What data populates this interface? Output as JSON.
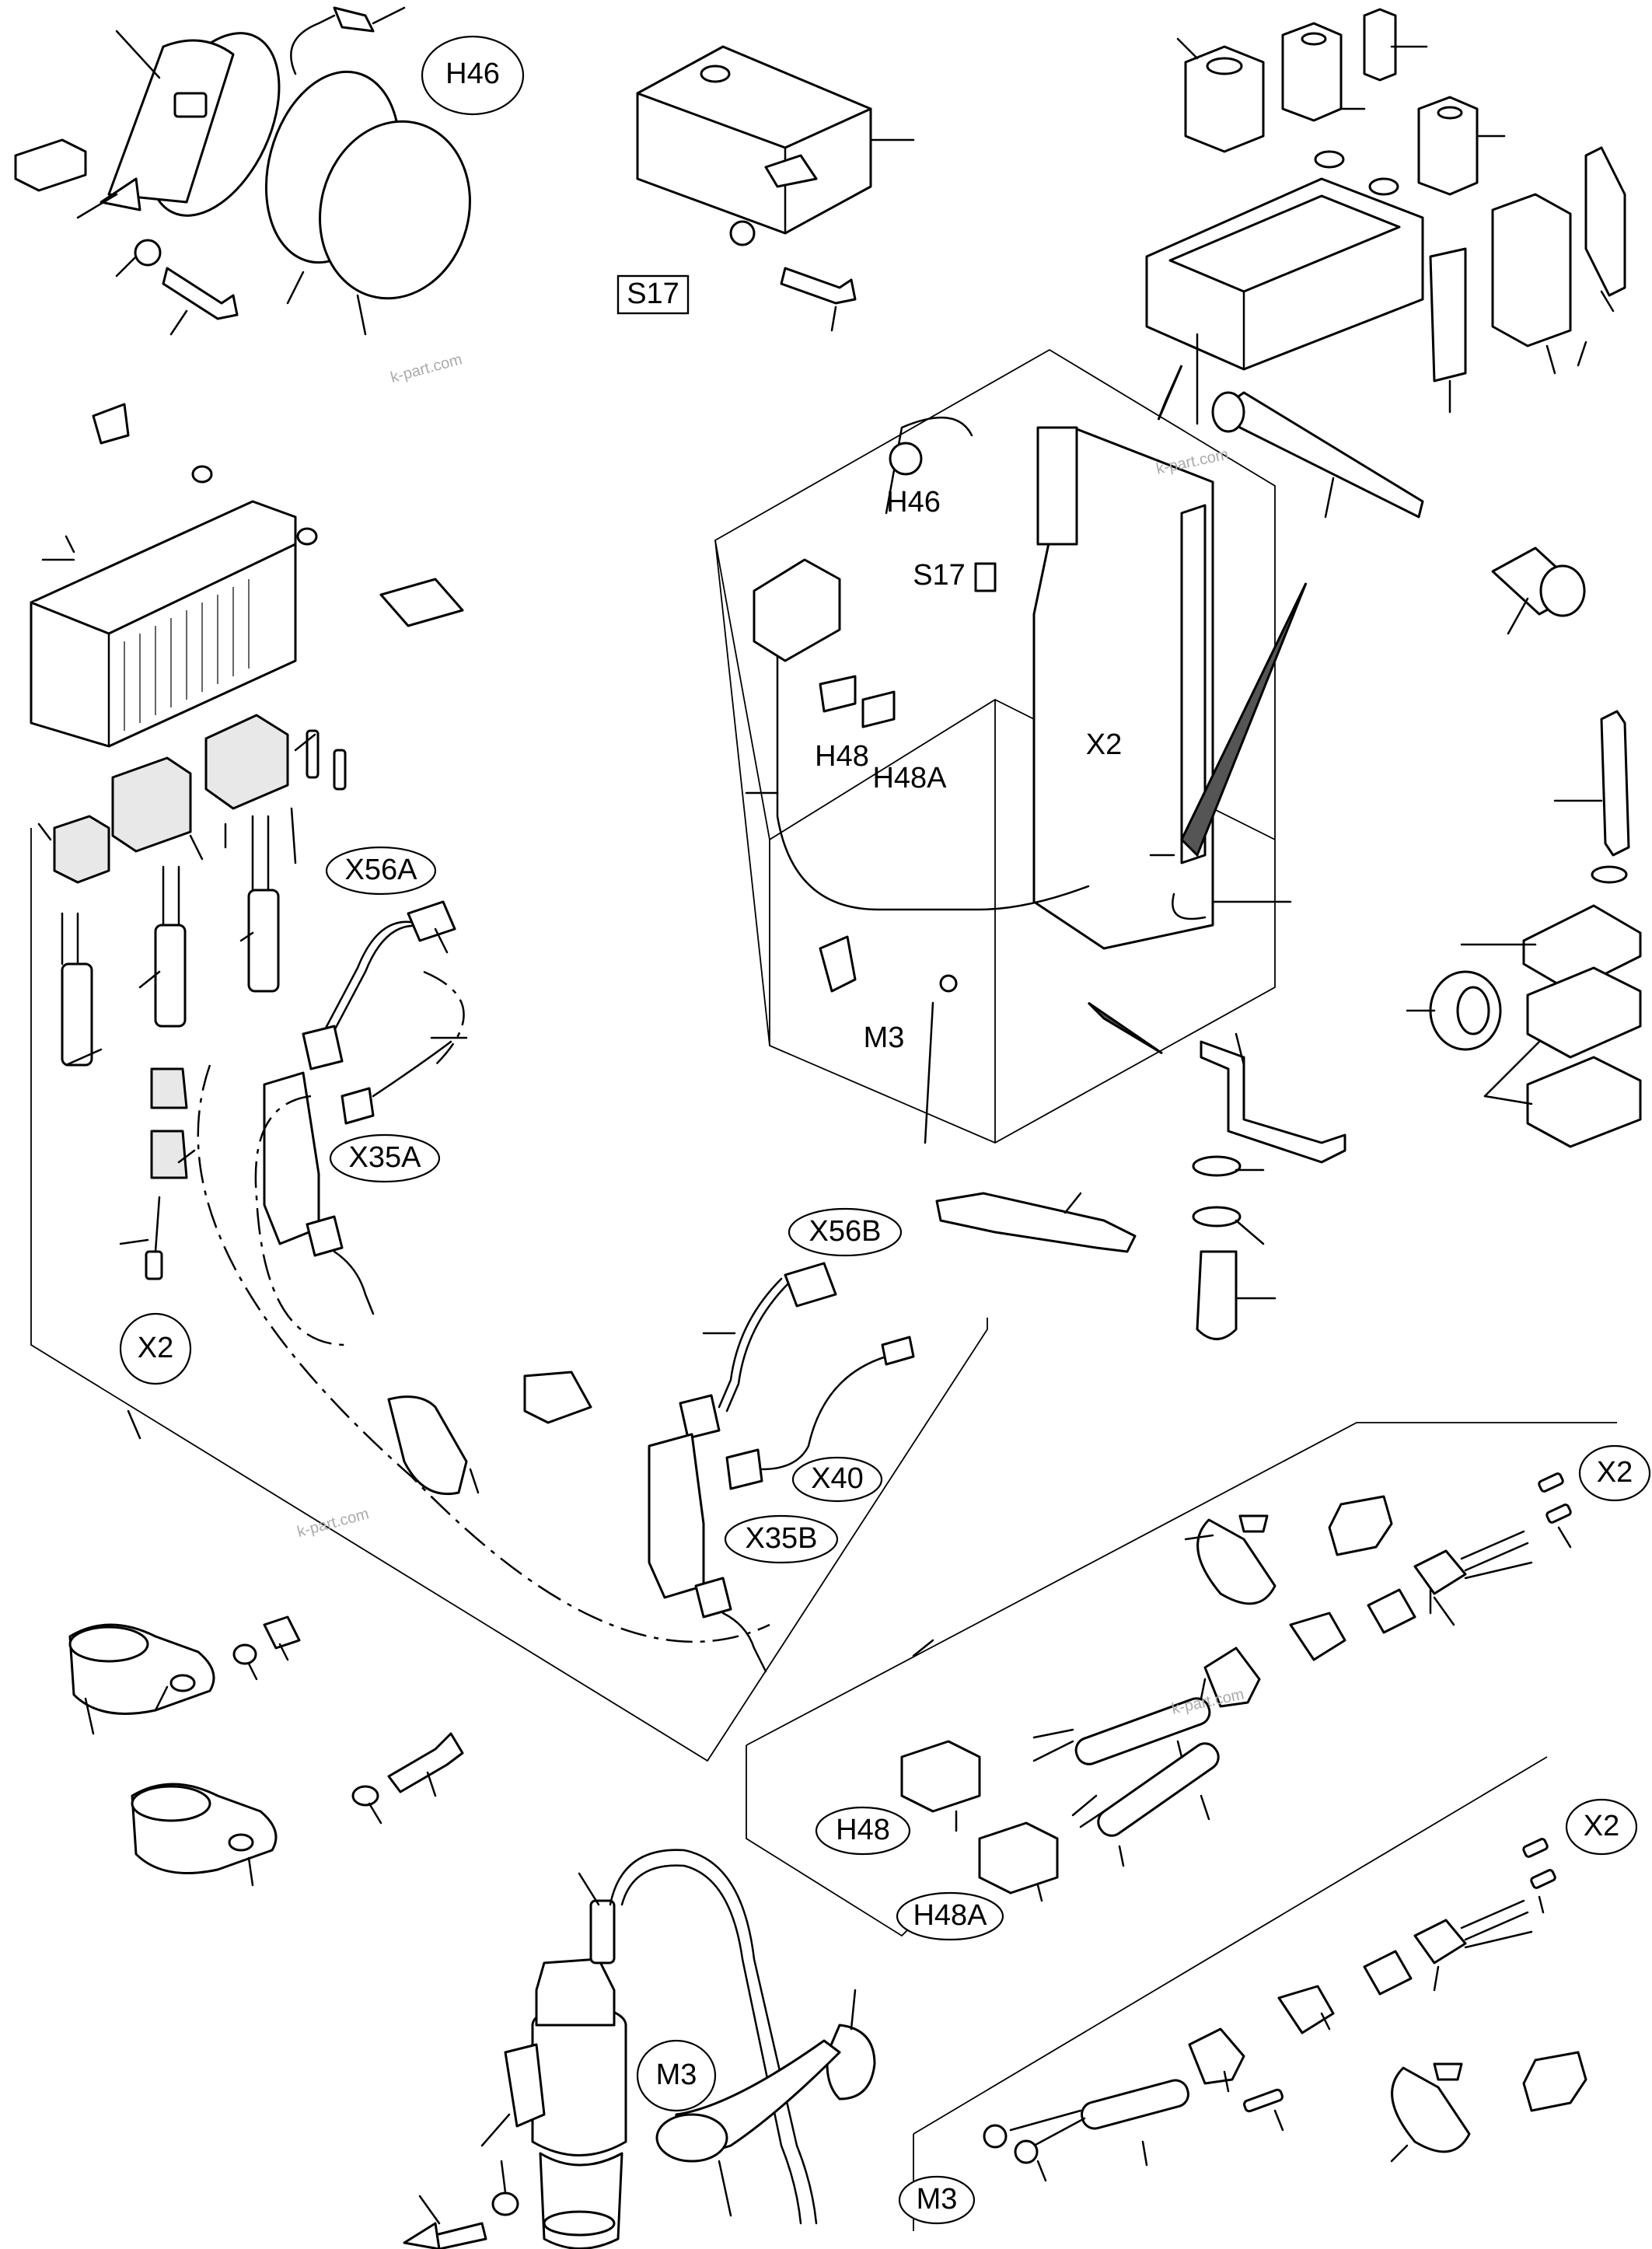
{
  "watermarks": [
    "k-part.com",
    "k-part.com",
    "k-part.com",
    "k-part.com"
  ],
  "callouts": {
    "h46_top": "H46",
    "s17_top": "S17",
    "h46_box": "H46",
    "s17_box": "S17",
    "h48_box": "H48",
    "h48a_box": "H48A",
    "x2_box": "X2",
    "m3_box": "M3",
    "x56a": "X56A",
    "x35a": "X35A",
    "x2_left": "X2",
    "x56b": "X56B",
    "x40": "X40",
    "x35b": "X35B",
    "x2_right_1": "X2",
    "h48_right": "H48",
    "h48a_right": "H48A",
    "x2_right_2": "X2",
    "m3_pump": "M3",
    "m3_bottom": "M3"
  }
}
